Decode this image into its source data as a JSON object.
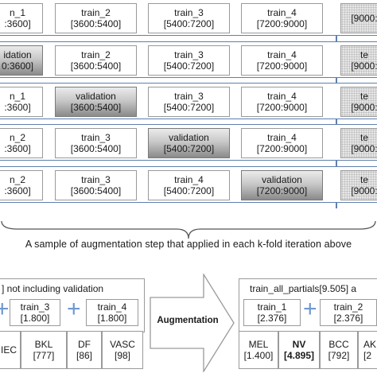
{
  "kfold": {
    "rows": [
      {
        "cells": [
          {
            "line1": "n_1",
            "line2": ":3600]",
            "kind": "train"
          },
          {
            "line1": "train_2",
            "line2": "[3600:5400]",
            "kind": "train"
          },
          {
            "line1": "train_3",
            "line2": "[5400:7200]",
            "kind": "train"
          },
          {
            "line1": "train_4",
            "line2": "[7200:9000]",
            "kind": "train"
          },
          {
            "line1": "",
            "line2": "[9000:",
            "kind": "test"
          }
        ]
      },
      {
        "cells": [
          {
            "line1": "idation",
            "line2": "0:3600]",
            "kind": "validation"
          },
          {
            "line1": "train_2",
            "line2": "[3600:5400]",
            "kind": "train"
          },
          {
            "line1": "train_3",
            "line2": "[5400:7200]",
            "kind": "train"
          },
          {
            "line1": "train_4",
            "line2": "[7200:9000]",
            "kind": "train"
          },
          {
            "line1": "te",
            "line2": "[9000:",
            "kind": "test"
          }
        ]
      },
      {
        "cells": [
          {
            "line1": "n_1",
            "line2": ":3600]",
            "kind": "train"
          },
          {
            "line1": "validation",
            "line2": "[3600:5400]",
            "kind": "validation"
          },
          {
            "line1": "train_3",
            "line2": "[5400:7200]",
            "kind": "train"
          },
          {
            "line1": "train_4",
            "line2": "[7200:9000]",
            "kind": "train"
          },
          {
            "line1": "te",
            "line2": "[9000:",
            "kind": "test"
          }
        ]
      },
      {
        "cells": [
          {
            "line1": "n_2",
            "line2": ":3600]",
            "kind": "train"
          },
          {
            "line1": "train_3",
            "line2": "[3600:5400]",
            "kind": "train"
          },
          {
            "line1": "validation",
            "line2": "[5400:7200]",
            "kind": "validation"
          },
          {
            "line1": "train_4",
            "line2": "[7200:9000]",
            "kind": "train"
          },
          {
            "line1": "te",
            "line2": "[9000:",
            "kind": "test"
          }
        ]
      },
      {
        "cells": [
          {
            "line1": "n_2",
            "line2": ":3600]",
            "kind": "train"
          },
          {
            "line1": "train_3",
            "line2": "[3600:5400]",
            "kind": "train"
          },
          {
            "line1": "train_4",
            "line2": "[5400:7200]",
            "kind": "train"
          },
          {
            "line1": "validation",
            "line2": "[7200:9000]",
            "kind": "validation"
          },
          {
            "line1": "te",
            "line2": "[9000:",
            "kind": "test"
          }
        ]
      }
    ]
  },
  "caption": "A sample of augmentation step that applied in each k-fold iteration above",
  "augmentation": {
    "left_header": "] not including validation",
    "left_boxes": [
      {
        "line1": "train_3",
        "line2": "[1.800]"
      },
      {
        "line1": "train_4",
        "line2": "[1.800]"
      }
    ],
    "left_classes": [
      {
        "line1": "IEC",
        "line2": ""
      },
      {
        "line1": "BKL",
        "line2": "[777]"
      },
      {
        "line1": "DF",
        "line2": "[86]"
      },
      {
        "line1": "VASC",
        "line2": "[98]"
      }
    ],
    "arrow_label": "Augmentation",
    "right_header": "train_all_partials[9.505] a",
    "right_boxes": [
      {
        "line1": "train_1",
        "line2": "[2.376]"
      },
      {
        "line1": "train_2",
        "line2": "[2.376]"
      }
    ],
    "right_classes": [
      {
        "line1": "MEL",
        "line2": "[1.400]"
      },
      {
        "line1": "NV",
        "line2": "[4.895]"
      },
      {
        "line1": "BCC",
        "line2": "[792]"
      },
      {
        "line1": "AK",
        "line2": "[2"
      }
    ]
  },
  "colors": {
    "band_border": "#5f7fae",
    "plus": "#6f98cf",
    "arrow": "#9a9a9a"
  }
}
